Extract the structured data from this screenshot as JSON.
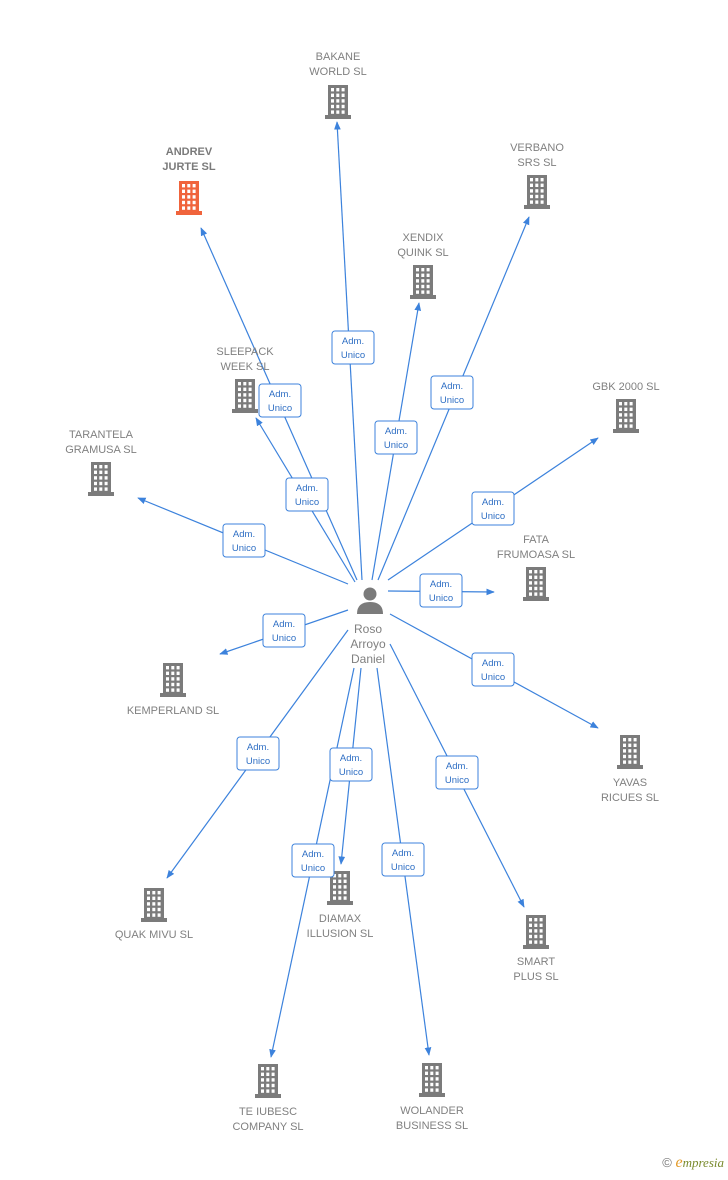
{
  "colors": {
    "edge": "#3c82dc",
    "building": "#7b7b7b",
    "building_highlight": "#f0643c",
    "label": "#808080"
  },
  "center": {
    "name": "center-person",
    "icon": "person-icon",
    "label": [
      "Roso",
      "Arroyo",
      "Daniel"
    ]
  },
  "edge_label": [
    "Adm.",
    "Unico"
  ],
  "nodes": [
    {
      "id": "bakane",
      "label": [
        "BAKANE",
        "WORLD SL"
      ],
      "highlight": false
    },
    {
      "id": "andrev",
      "label": [
        "ANDREV",
        "JURTE  SL"
      ],
      "highlight": true
    },
    {
      "id": "verbano",
      "label": [
        "VERBANO",
        "SRS SL"
      ],
      "highlight": false
    },
    {
      "id": "xendix",
      "label": [
        "XENDIX",
        "QUINK  SL"
      ],
      "highlight": false
    },
    {
      "id": "sleepack",
      "label": [
        "SLEEPACK",
        "WEEK  SL"
      ],
      "highlight": false
    },
    {
      "id": "gbk",
      "label": [
        "GBK 2000  SL"
      ],
      "highlight": false
    },
    {
      "id": "tarantela",
      "label": [
        "TARANTELA",
        "GRAMUSA  SL"
      ],
      "highlight": false
    },
    {
      "id": "fata",
      "label": [
        "FATA",
        "FRUMOASA SL"
      ],
      "highlight": false
    },
    {
      "id": "kemperland",
      "label": [
        "KEMPERLAND SL"
      ],
      "highlight": false
    },
    {
      "id": "yavas",
      "label": [
        "YAVAS",
        "RICUES  SL"
      ],
      "highlight": false
    },
    {
      "id": "quak",
      "label": [
        "QUAK MIVU  SL"
      ],
      "highlight": false
    },
    {
      "id": "diamax",
      "label": [
        "DIAMAX",
        "ILLUSION SL"
      ],
      "highlight": false
    },
    {
      "id": "smart",
      "label": [
        "SMART",
        "PLUS SL"
      ],
      "highlight": false
    },
    {
      "id": "teiubesc",
      "label": [
        "TE IUBESC",
        "COMPANY SL"
      ],
      "highlight": false
    },
    {
      "id": "wolander",
      "label": [
        "WOLANDER",
        "BUSINESS SL"
      ],
      "highlight": false
    }
  ],
  "footer": {
    "copyright_symbol": "©",
    "brand_initial": "e",
    "brand_rest": "mpresia"
  }
}
